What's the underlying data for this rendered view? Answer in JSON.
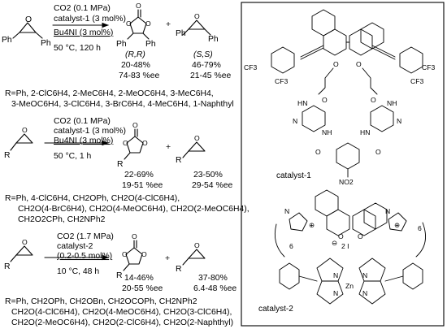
{
  "reaction1": {
    "conditions": [
      "CO2 (0.1 MPa)",
      "catalyst-1 (3 mol%)",
      "Bu4NI (3 mol%)",
      "50 °C, 120 h"
    ],
    "substrate_label": "Ph",
    "product1": {
      "stereo": "(R,R)",
      "yield": "20-48%",
      "ee": "74-83 %ee",
      "ring_label": "Ph"
    },
    "product2": {
      "stereo": "(S,S)",
      "yield": "46-79%",
      "ee": "21-45 %ee",
      "label": "Ph"
    },
    "plus": "+",
    "r_list": [
      "R=Ph, 2-ClC6H4, 2-MeC6H4, 2-MeOC6H4, 3-MeC6H4,",
      "3-MeOC6H4, 3-ClC6H4, 3-BrC6H4, 4-MeC6H4, 1-Naphthyl"
    ]
  },
  "reaction2": {
    "conditions": [
      "CO2 (0.1 MPa)",
      "catalyst-1 (3 mol%)",
      "Bu4NI (3 mol%)",
      "50 °C, 1 h"
    ],
    "substrate_label": "R",
    "product1": {
      "yield": "22-69%",
      "ee": "19-51 %ee",
      "label": "R"
    },
    "product2": {
      "yield": "23-50%",
      "ee": "29-54 %ee",
      "label": "R"
    },
    "plus": "+",
    "r_list": [
      "R=Ph, 4-ClC6H4, CH2OPh, CH2O(4-ClC6H4),",
      "CH2O(4-BrC6H4), CH2O(4-MeOC6H4), CH2O(2-MeOC6H4),",
      "CH2O2CPh, CH2NPh2"
    ]
  },
  "reaction3": {
    "conditions": [
      "CO2 (1.7 MPa)",
      "catalyst-2",
      "(0.2-0.5 mol%)",
      "10 °C, 48 h"
    ],
    "substrate_label": "R",
    "product1": {
      "yield": "14-46%",
      "ee": "20-55 %ee",
      "label": "R"
    },
    "product2": {
      "yield": "37-80%",
      "ee": "6.4-48 %ee",
      "label": "R"
    },
    "plus": "+",
    "r_list": [
      "R=Ph, CH2OPh, CH2OBn, CH2OCOPh, CH2NPh2",
      "CH2O(4-ClC6H4), CH2O(4-MeOC6H4), CH2O(3-ClC6H4),",
      "CH2O(2-MeOC6H4), CH2O(2-ClC6H4), CH2O(2-Naphthyl)"
    ]
  },
  "catalyst1": {
    "name": "catalyst-1",
    "cf3": "CF3",
    "o": "O",
    "nh": "NH",
    "hn": "HN",
    "n": "N",
    "no2": "NO2"
  },
  "catalyst2": {
    "name": "catalyst-2",
    "n": "N",
    "zn": "Zn",
    "o": "O",
    "plus": "⊕",
    "counterion": "2 I",
    "six": "6",
    "minus": "⊖"
  },
  "colors": {
    "line": "#000000",
    "background": "#ffffff"
  }
}
